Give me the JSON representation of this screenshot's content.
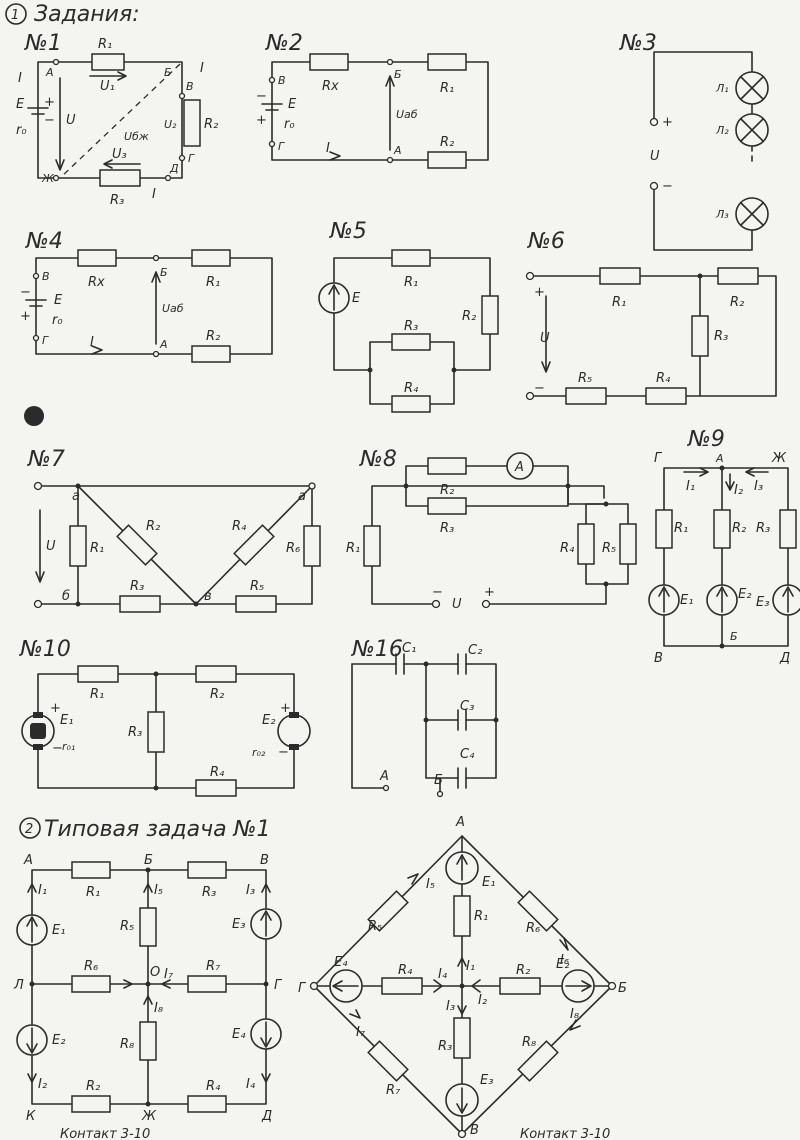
{
  "header": {
    "number": "1",
    "title": "Задания:"
  },
  "section2": {
    "number": "2",
    "title": "Типовая задача №1"
  },
  "footer": {
    "left": "Контакт 3-10",
    "right": "Контакт 3-10"
  },
  "problems": {
    "p1": {
      "title": "№1",
      "labels": [
        "R₁",
        "U₁",
        "R₂",
        "U₂",
        "R₃",
        "U₃",
        "E",
        "r₀",
        "U",
        "Uбж",
        "I",
        "I",
        "I",
        "+",
        "−"
      ],
      "nodes": [
        "А",
        "Б",
        "В",
        "Г",
        "Д",
        "Ж"
      ]
    },
    "p2": {
      "title": "№2",
      "labels": [
        "Rx",
        "R₁",
        "R₂",
        "E",
        "r₀",
        "Uаб",
        "I",
        "−",
        "+"
      ],
      "nodes": [
        "В",
        "Б",
        "Г",
        "А"
      ]
    },
    "p3": {
      "title": "№3",
      "labels": [
        "Л₁",
        "Л₂",
        "Л₃",
        "U",
        "+",
        "−"
      ]
    },
    "p4": {
      "title": "№4",
      "labels": [
        "Rx",
        "R₁",
        "R₂",
        "E",
        "r₀",
        "Uаб",
        "I",
        "−",
        "+"
      ],
      "nodes": [
        "В",
        "Б",
        "Г",
        "А"
      ]
    },
    "p5": {
      "title": "№5",
      "labels": [
        "R₁",
        "R₂",
        "R₃",
        "R₄",
        "E"
      ]
    },
    "p6": {
      "title": "№6",
      "labels": [
        "R₁",
        "R₂",
        "R₃",
        "R₄",
        "R₅",
        "U",
        "+",
        "−"
      ]
    },
    "p7": {
      "title": "№7",
      "labels": [
        "R₁",
        "R₂",
        "R₃",
        "R₄",
        "R₅",
        "R₆",
        "U"
      ],
      "nodes": [
        "а",
        "а",
        "б",
        "в"
      ]
    },
    "p8": {
      "title": "№8",
      "labels": [
        "R₁",
        "R₂",
        "R₃",
        "R₄",
        "R₅",
        "A",
        "U",
        "−",
        "+"
      ]
    },
    "p9": {
      "title": "№9",
      "labels": [
        "R₁",
        "R₂",
        "R₃",
        "E₁",
        "E₂",
        "E₃",
        "I₁",
        "I₂",
        "I₃"
      ],
      "nodes": [
        "Г",
        "А",
        "Ж",
        "В",
        "Б",
        "Д"
      ]
    },
    "p10": {
      "title": "№10",
      "labels": [
        "R₁",
        "R₂",
        "R₃",
        "R₄",
        "E₁",
        "E₂",
        "r₀₁",
        "r₀₂",
        "+",
        "+",
        "−",
        "−"
      ]
    },
    "p16": {
      "title": "№16",
      "labels": [
        "C₁",
        "C₂",
        "C₃",
        "C₄"
      ],
      "nodes": [
        "А",
        "Б"
      ]
    },
    "t1": {
      "labels": [
        "R₁",
        "R₂",
        "R₃",
        "R₄",
        "R₅",
        "R₆",
        "R₇",
        "R₈",
        "E₁",
        "E₂",
        "E₃",
        "E₄",
        "I₁",
        "I₂",
        "I₃",
        "I₄",
        "I₅",
        "I₇",
        "I₈"
      ],
      "nodes": [
        "А",
        "Б",
        "В",
        "Л",
        "О",
        "Г",
        "К",
        "Ж",
        "Д"
      ]
    },
    "t2": {
      "labels": [
        "R₁",
        "R₂",
        "R₃",
        "R₄",
        "R₅",
        "R₆",
        "R₇",
        "R₈",
        "E₁",
        "E₂",
        "E₃",
        "E₄",
        "I₁",
        "I₂",
        "I₃",
        "I₄",
        "I₅",
        "I₆",
        "I₇",
        "I₈"
      ],
      "nodes": [
        "А",
        "Г",
        "Б",
        "В"
      ]
    }
  }
}
